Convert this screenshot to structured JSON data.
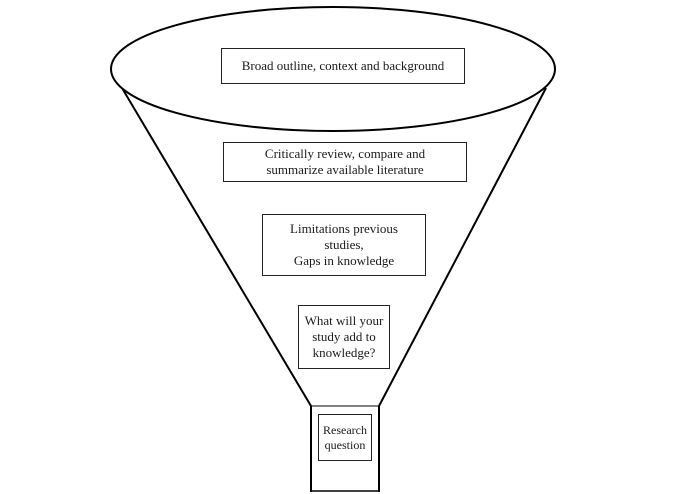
{
  "funnel": {
    "stages": [
      {
        "label": "Broad outline, context and background"
      },
      {
        "label": "Critically review, compare and\nsummarize available literature"
      },
      {
        "label": "Limitations previous\nstudies,\nGaps in knowledge"
      },
      {
        "label": "What will your\nstudy add to\nknowledge?"
      },
      {
        "label": "Research\nquestion"
      }
    ],
    "colors": {
      "stroke": "#000000",
      "box_border": "#222222",
      "background": "#ffffff"
    }
  }
}
